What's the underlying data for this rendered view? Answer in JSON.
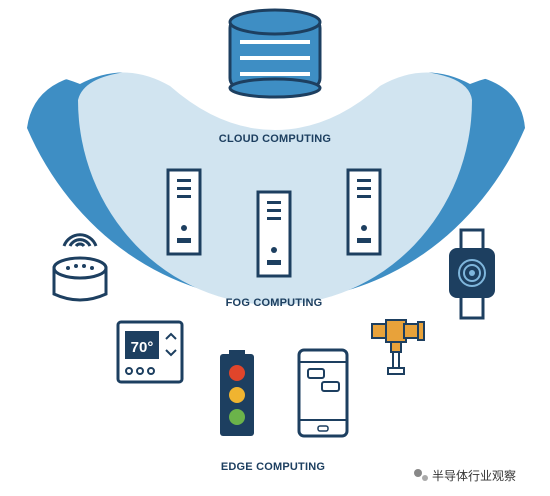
{
  "labels": {
    "cloud": "CLOUD COMPUTING",
    "fog": "FOG COMPUTING",
    "edge": "EDGE COMPUTING"
  },
  "thermostat": {
    "temperature": "70°"
  },
  "watermark": {
    "text": "半导体行业观察"
  },
  "icons": {
    "cloud": "database-icon",
    "fog": [
      "server-icon",
      "server-icon",
      "server-icon"
    ],
    "edge": [
      "smart-speaker-icon",
      "thermostat-icon",
      "traffic-light-icon",
      "smartphone-icon",
      "valve-icon",
      "smartwatch-icon"
    ]
  },
  "colors": {
    "edge_ring": "#3e8ec4",
    "fog_disc": "#d1e4f0",
    "outline": "#1d3f60",
    "accent_orange": "#e8a23a",
    "traffic_red": "#e0452b",
    "traffic_yellow": "#f0b430",
    "traffic_green": "#6bb34a"
  }
}
